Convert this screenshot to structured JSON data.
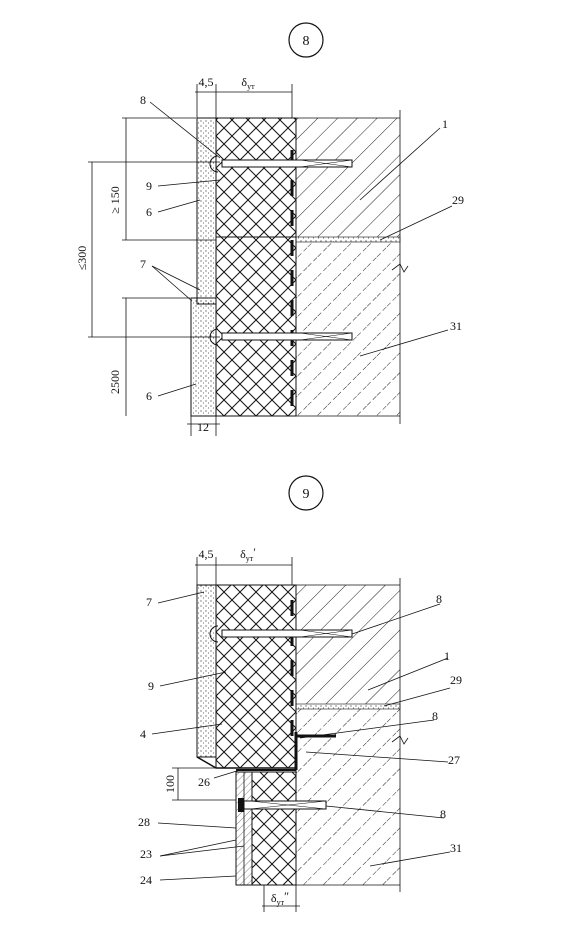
{
  "detail_8": {
    "number": "8",
    "dims": {
      "finish": "4,5",
      "insulation": "δ",
      "insulation_sub": "ут",
      "gap_min": "≥ 150",
      "pitch_max": "≤300",
      "height": "2500",
      "plinth": "12"
    },
    "labels": [
      "8",
      "9",
      "6",
      "7",
      "6",
      "1",
      "29",
      "31"
    ]
  },
  "detail_9": {
    "number": "9",
    "dims": {
      "finish": "4,5",
      "insulation": "δ",
      "insulation_sub": "ут",
      "insulation_prime": "′",
      "offset": "100",
      "insulation_lower": "δ",
      "insulation_lower_sub": "ут",
      "insulation_lower_prime": "″"
    },
    "labels": [
      "7",
      "9",
      "4",
      "26",
      "28",
      "23",
      "24",
      "8",
      "1",
      "29",
      "8",
      "27",
      "8",
      "31"
    ]
  },
  "colors": {
    "ink": "#111111",
    "background": "#ffffff"
  }
}
